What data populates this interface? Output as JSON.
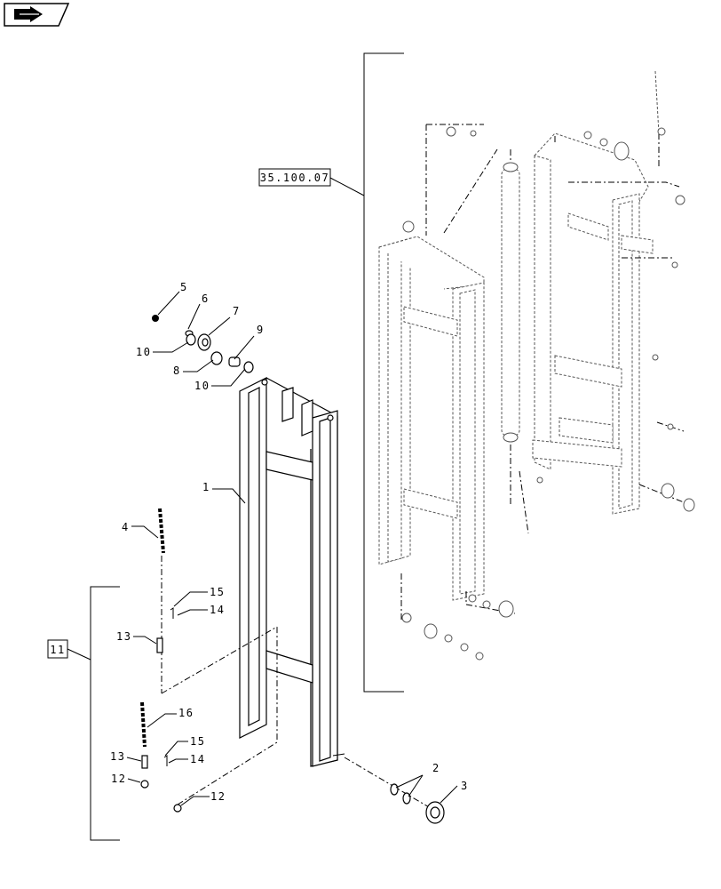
{
  "nav": {
    "icon": "back-arrow-icon"
  },
  "references": {
    "assembly_ref": "35.100.07",
    "kit_ref": "11"
  },
  "callouts": [
    "1",
    "2",
    "3",
    "4",
    "5",
    "6",
    "7",
    "8",
    "9",
    "10",
    "10",
    "12",
    "12",
    "13",
    "13",
    "14",
    "14",
    "15",
    "15",
    "16"
  ]
}
